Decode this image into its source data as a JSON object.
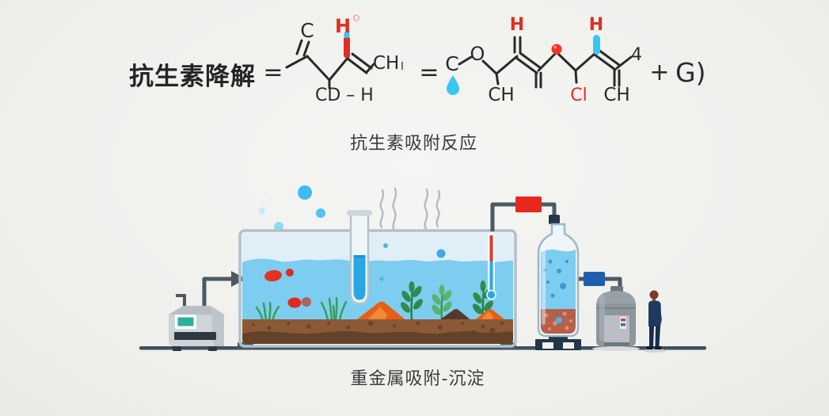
{
  "equation": {
    "title": "抗生素降解",
    "equals_1": "=",
    "equals_2": "=",
    "plus": "+",
    "product": "G)",
    "caption": "抗生素吸附反应",
    "left_molecule": {
      "c": "C",
      "h": "H",
      "h_sup": "o",
      "ch": "CH",
      "ch_sub": "I",
      "cd_h": "CD – H"
    },
    "right_molecule": {
      "c": "C",
      "o": "O",
      "ch_1": "CH",
      "h_1": "H",
      "cl": "Cl",
      "h_2": "H",
      "ch_2": "CH",
      "four": "4"
    }
  },
  "illustration": {
    "caption": "重金属吸附-沉淀"
  },
  "colors": {
    "background": "#f1f1ee",
    "ink": "#2a2a2a",
    "red_accent": "#df2e22",
    "cyan_accent": "#38c6f4",
    "water": "#7ccdf0",
    "water_surface": "#dfeef7",
    "soil": "#8a5a38",
    "soil_dark": "#64422a",
    "sand_orange": "#e55f17",
    "plant_green": "#2e8b4a",
    "fish_red": "#e53024",
    "pipe_gray": "#4d5862",
    "valve_red": "#e8281e",
    "valve_blue": "#1d5fae",
    "tank_gray": "#8d969d",
    "stand_navy": "#23364a",
    "ground": "#3d5160",
    "suit_navy": "#1e3a5e",
    "screen_teal": "#2fae9b",
    "liquid_blue": "#2aa6e6"
  }
}
